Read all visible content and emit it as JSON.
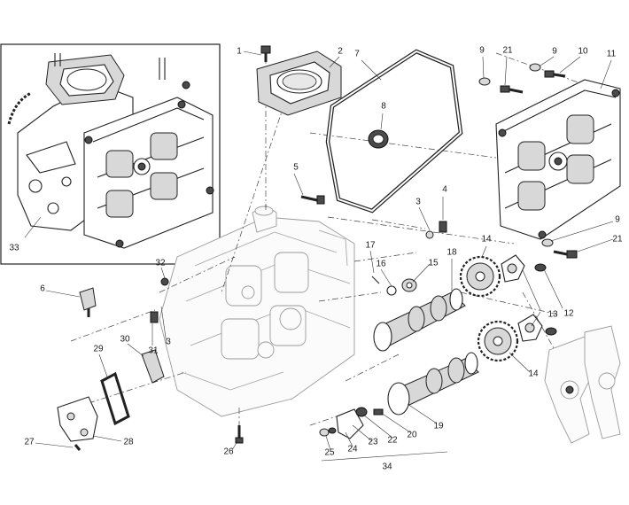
{
  "diagram": {
    "callouts": [
      {
        "id": "c1",
        "text": "1"
      },
      {
        "id": "c2",
        "text": "2"
      },
      {
        "id": "c3a",
        "text": "3"
      },
      {
        "id": "c3b",
        "text": "3"
      },
      {
        "id": "c4",
        "text": "4"
      },
      {
        "id": "c5",
        "text": "5"
      },
      {
        "id": "c6",
        "text": "6"
      },
      {
        "id": "c7",
        "text": "7"
      },
      {
        "id": "c8",
        "text": "8"
      },
      {
        "id": "c9a",
        "text": "9"
      },
      {
        "id": "c9b",
        "text": "9"
      },
      {
        "id": "c9c",
        "text": "9"
      },
      {
        "id": "c10",
        "text": "10"
      },
      {
        "id": "c11",
        "text": "11"
      },
      {
        "id": "c12",
        "text": "12"
      },
      {
        "id": "c13",
        "text": "13"
      },
      {
        "id": "c14a",
        "text": "14"
      },
      {
        "id": "c14b",
        "text": "14"
      },
      {
        "id": "c15",
        "text": "15"
      },
      {
        "id": "c16",
        "text": "16"
      },
      {
        "id": "c17",
        "text": "17"
      },
      {
        "id": "c18",
        "text": "18"
      },
      {
        "id": "c19",
        "text": "19"
      },
      {
        "id": "c20",
        "text": "20"
      },
      {
        "id": "c21a",
        "text": "21"
      },
      {
        "id": "c21b",
        "text": "21"
      },
      {
        "id": "c22",
        "text": "22"
      },
      {
        "id": "c23",
        "text": "23"
      },
      {
        "id": "c24",
        "text": "24"
      },
      {
        "id": "c25",
        "text": "25"
      },
      {
        "id": "c26",
        "text": "26"
      },
      {
        "id": "c27",
        "text": "27"
      },
      {
        "id": "c28",
        "text": "28"
      },
      {
        "id": "c29",
        "text": "29"
      },
      {
        "id": "c30",
        "text": "30"
      },
      {
        "id": "c31",
        "text": "31"
      },
      {
        "id": "c32",
        "text": "32"
      },
      {
        "id": "c33",
        "text": "33"
      },
      {
        "id": "c34",
        "text": "34"
      }
    ]
  }
}
